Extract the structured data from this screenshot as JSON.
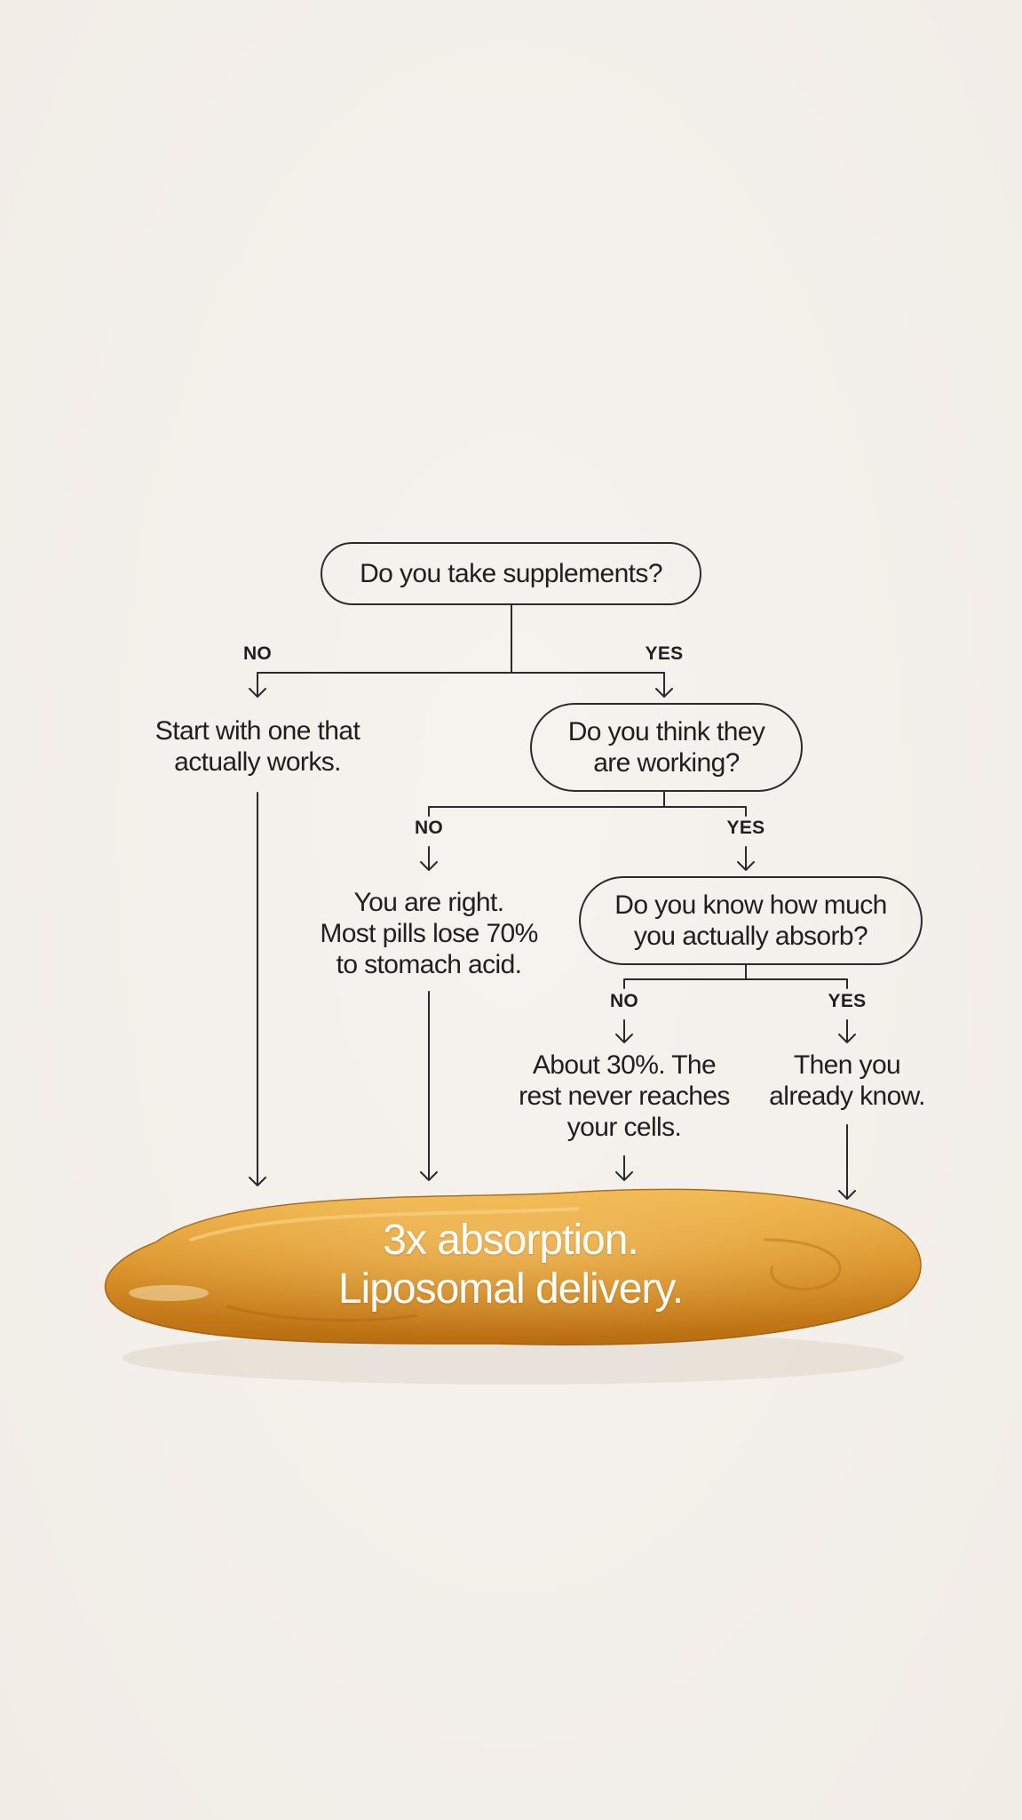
{
  "flowchart": {
    "q1": "Do you take supplements?",
    "q1_no_label": "NO",
    "q1_yes_label": "YES",
    "q1_no_result": "Start with one that\nactually works.",
    "q2": "Do you think they\nare working?",
    "q2_no_label": "NO",
    "q2_yes_label": "YES",
    "q2_no_result": "You are right.\nMost pills lose 70%\nto stomach acid.",
    "q3": "Do you know how much\nyou actually absorb?",
    "q3_no_label": "NO",
    "q3_yes_label": "YES",
    "q3_no_result": "About 30%. The\nrest never reaches\nyour cells.",
    "q3_yes_result": "Then you\nalready know."
  },
  "capsule": {
    "text": "3x absorption.\nLiposomal delivery."
  },
  "colors": {
    "background": "#f4f0eb",
    "ink": "#1f1f1f",
    "capsule_light": "#e6a53a",
    "capsule_dark": "#b86f12"
  }
}
